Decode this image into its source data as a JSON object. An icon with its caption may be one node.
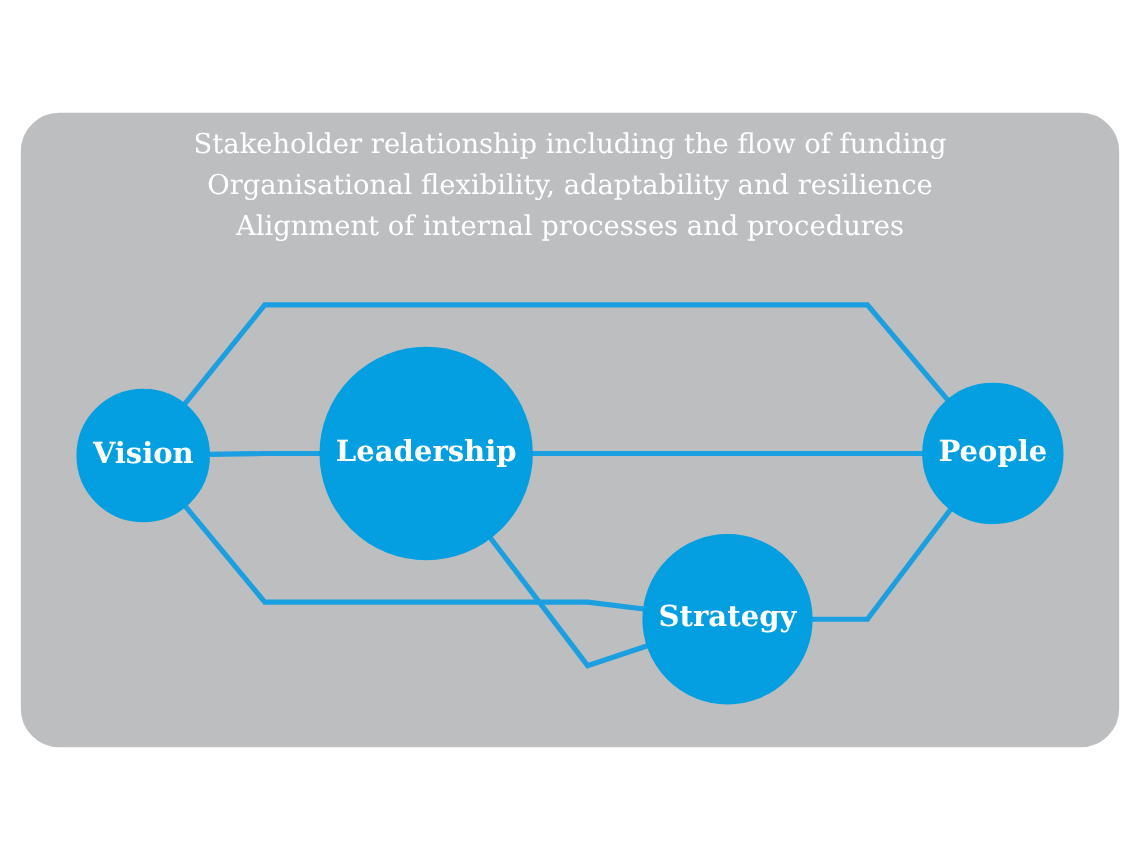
{
  "diagram": {
    "nodes": [
      {
        "text": [
          "Stakeholder relationship including the flow of funding",
          "Organisational flexibility, adaptability and resilience",
          "Alignment of internal processes and procedures"
        ]
      },
      {
        "text": [
          "Vision"
        ],
        "in": 0
      },
      {
        "text": [
          "Leadership"
        ],
        "in": 0
      },
      {
        "text": [
          "Strategy"
        ],
        "in": 0
      },
      {
        "text": [
          "People"
        ],
        "in": 0
      }
    ],
    "edges": [
      {
        "from": 1,
        "to": 2,
        "arrow": "none"
      },
      {
        "from": 1,
        "to": 3,
        "arrow": "none"
      },
      {
        "from": 1,
        "to": 4,
        "arrow": "none"
      },
      {
        "from": 2,
        "to": 3,
        "arrow": "none"
      },
      {
        "from": 2,
        "to": 4,
        "arrow": "none"
      },
      {
        "from": 3,
        "to": 4,
        "arrow": "none"
      }
    ]
  }
}
